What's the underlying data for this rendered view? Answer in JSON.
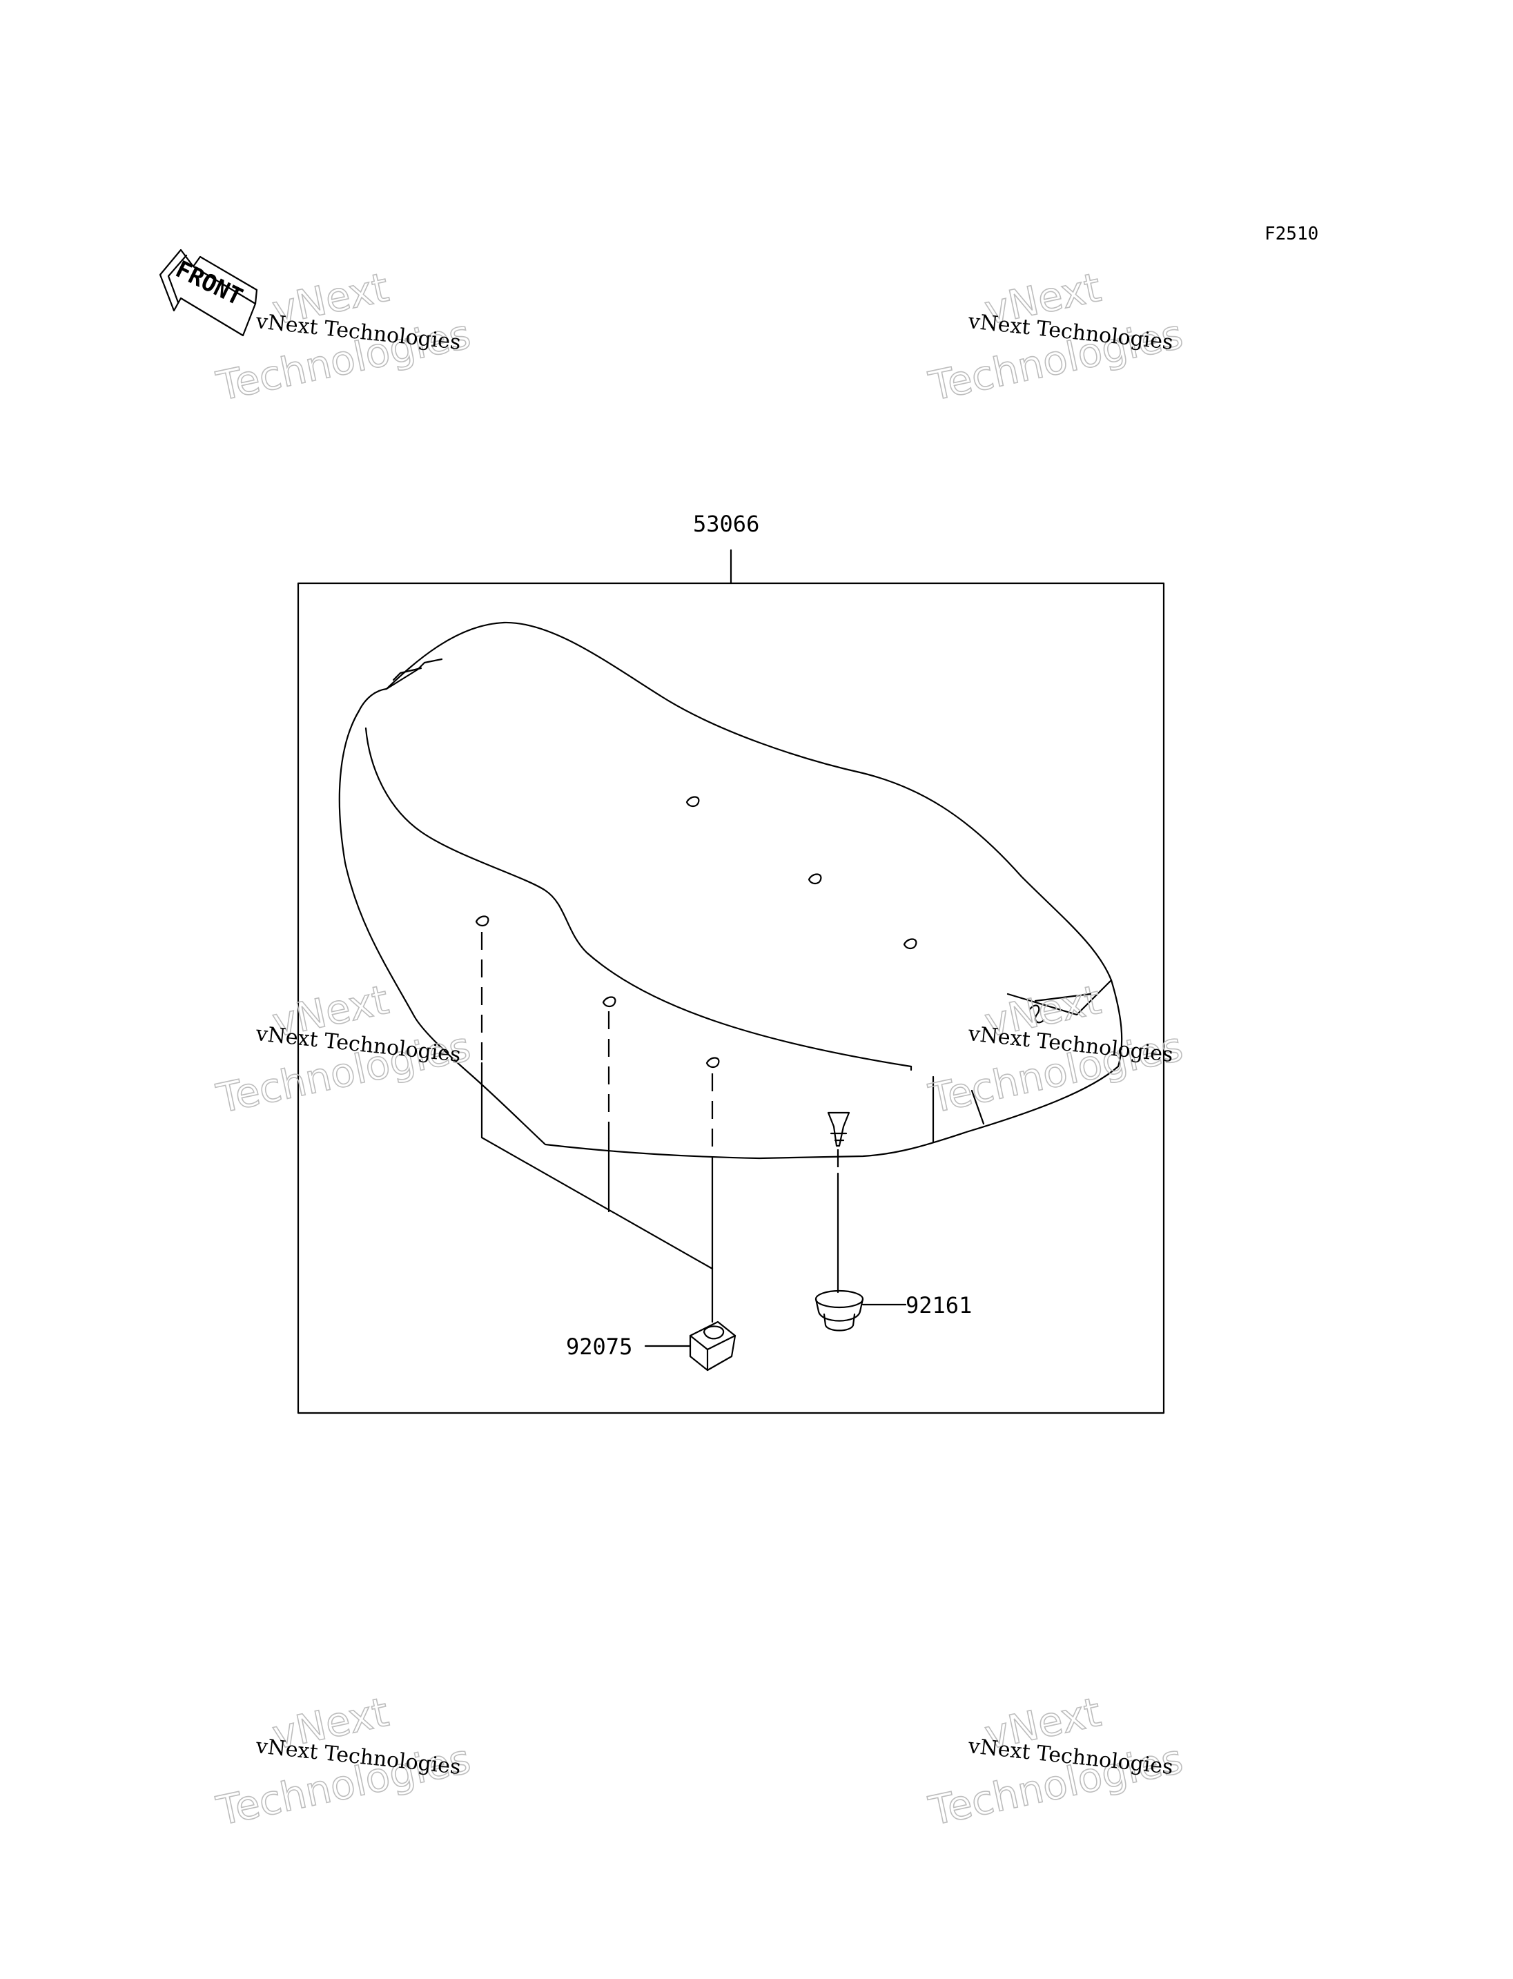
{
  "diagram_code": "F2510",
  "front_indicator": "FRONT",
  "parts": {
    "seat": "53066",
    "bracket": "92075",
    "grommet": "92161"
  },
  "watermark": {
    "line": "vNext Technologies",
    "big_top": "vNext",
    "big_bottom": "Technologies"
  }
}
